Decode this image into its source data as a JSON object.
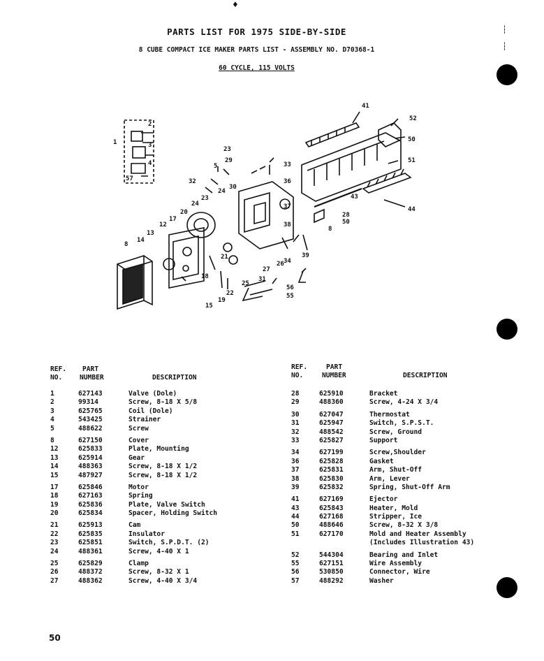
{
  "header": {
    "title": "PARTS LIST FOR 1975 SIDE-BY-SIDE",
    "subtitle": "8 CUBE COMPACT ICE MAKER PARTS LIST - ASSEMBLY NO. D70368-1",
    "spec": "60 CYCLE, 115 VOLTS"
  },
  "columns": {
    "ref_line1": "REF.",
    "ref_line2": "NO.",
    "part_line1": "PART",
    "part_line2": "NUMBER",
    "description": "DESCRIPTION"
  },
  "diagram_labels": [
    "41",
    "52",
    "50",
    "51",
    "44",
    "43",
    "28",
    "50",
    "8",
    "23",
    "29",
    "33",
    "36",
    "37",
    "5",
    "32",
    "24",
    "23",
    "24",
    "30",
    "17",
    "20",
    "12",
    "13",
    "14",
    "8",
    "18",
    "21",
    "22",
    "25",
    "26",
    "27",
    "31",
    "34",
    "38",
    "39",
    "56",
    "55",
    "15",
    "19",
    "2",
    "3",
    "4",
    "57",
    "1"
  ],
  "parts_left": [
    {
      "ref": "1",
      "part": "627143",
      "desc": "Valve (Dole)"
    },
    {
      "ref": "2",
      "part": "99314",
      "desc": "Screw, 8-18 X 5/8"
    },
    {
      "ref": "3",
      "part": "625765",
      "desc": "Coil (Dole)"
    },
    {
      "ref": "4",
      "part": "543425",
      "desc": "Strainer"
    },
    {
      "ref": "5",
      "part": "488622",
      "desc": "Screw"
    },
    {
      "ref": "8",
      "part": "627150",
      "desc": "Cover"
    },
    {
      "ref": "12",
      "part": "625833",
      "desc": "Plate, Mounting"
    },
    {
      "ref": "13",
      "part": "625914",
      "desc": "Gear"
    },
    {
      "ref": "14",
      "part": "488363",
      "desc": "Screw, 8-18 X 1/2"
    },
    {
      "ref": "15",
      "part": "487927",
      "desc": "Screw, 8-18 X 1/2"
    },
    {
      "ref": "17",
      "part": "625846",
      "desc": "Motor"
    },
    {
      "ref": "18",
      "part": "627163",
      "desc": "Spring"
    },
    {
      "ref": "19",
      "part": "625836",
      "desc": "Plate, Valve Switch"
    },
    {
      "ref": "20",
      "part": "625834",
      "desc": "Spacer, Holding Switch"
    },
    {
      "ref": "21",
      "part": "625913",
      "desc": "Cam"
    },
    {
      "ref": "22",
      "part": "625835",
      "desc": "Insulator"
    },
    {
      "ref": "23",
      "part": "625851",
      "desc": "Switch, S.P.D.T. (2)"
    },
    {
      "ref": "24",
      "part": "488361",
      "desc": "Screw, 4-40 X 1"
    },
    {
      "ref": "25",
      "part": "625829",
      "desc": "Clamp"
    },
    {
      "ref": "26",
      "part": "488372",
      "desc": "Screw, 8-32 X 1"
    },
    {
      "ref": "27",
      "part": "488362",
      "desc": "Screw, 4-40 X 3/4"
    }
  ],
  "parts_right": [
    {
      "ref": "28",
      "part": "625910",
      "desc": "Bracket"
    },
    {
      "ref": "29",
      "part": "488360",
      "desc": "Screw, 4-24 X 3/4"
    },
    {
      "ref": "30",
      "part": "627047",
      "desc": "Thermostat"
    },
    {
      "ref": "31",
      "part": "625947",
      "desc": "Switch, S.P.S.T."
    },
    {
      "ref": "32",
      "part": "488542",
      "desc": "Screw, Ground"
    },
    {
      "ref": "33",
      "part": "625827",
      "desc": "Support"
    },
    {
      "ref": "34",
      "part": "627199",
      "desc": "Screw,Shoulder"
    },
    {
      "ref": "36",
      "part": "625828",
      "desc": "Gasket"
    },
    {
      "ref": "37",
      "part": "625831",
      "desc": "Arm, Shut-Off"
    },
    {
      "ref": "38",
      "part": "625830",
      "desc": "Arm, Lever"
    },
    {
      "ref": "39",
      "part": "625832",
      "desc": "Spring, Shut-Off Arm"
    },
    {
      "ref": "41",
      "part": "627169",
      "desc": "Ejector"
    },
    {
      "ref": "43",
      "part": "625843",
      "desc": "Heater, Mold"
    },
    {
      "ref": "44",
      "part": "627168",
      "desc": "Stripper, Ice"
    },
    {
      "ref": "50",
      "part": "488646",
      "desc": "Screw, 8-32 X 3/8"
    },
    {
      "ref": "51",
      "part": "627170",
      "desc": "Mold and Heater Assembly"
    },
    {
      "ref": "52",
      "part": "544304",
      "desc": "Bearing and Inlet"
    },
    {
      "ref": "55",
      "part": "627151",
      "desc": "Wire Assembly"
    },
    {
      "ref": "56",
      "part": "530850",
      "desc": "Connector, Wire"
    },
    {
      "ref": "57",
      "part": "488292",
      "desc": "Washer"
    }
  ],
  "parts_right_note": "(Includes Illustration 43)",
  "page_number": "50"
}
